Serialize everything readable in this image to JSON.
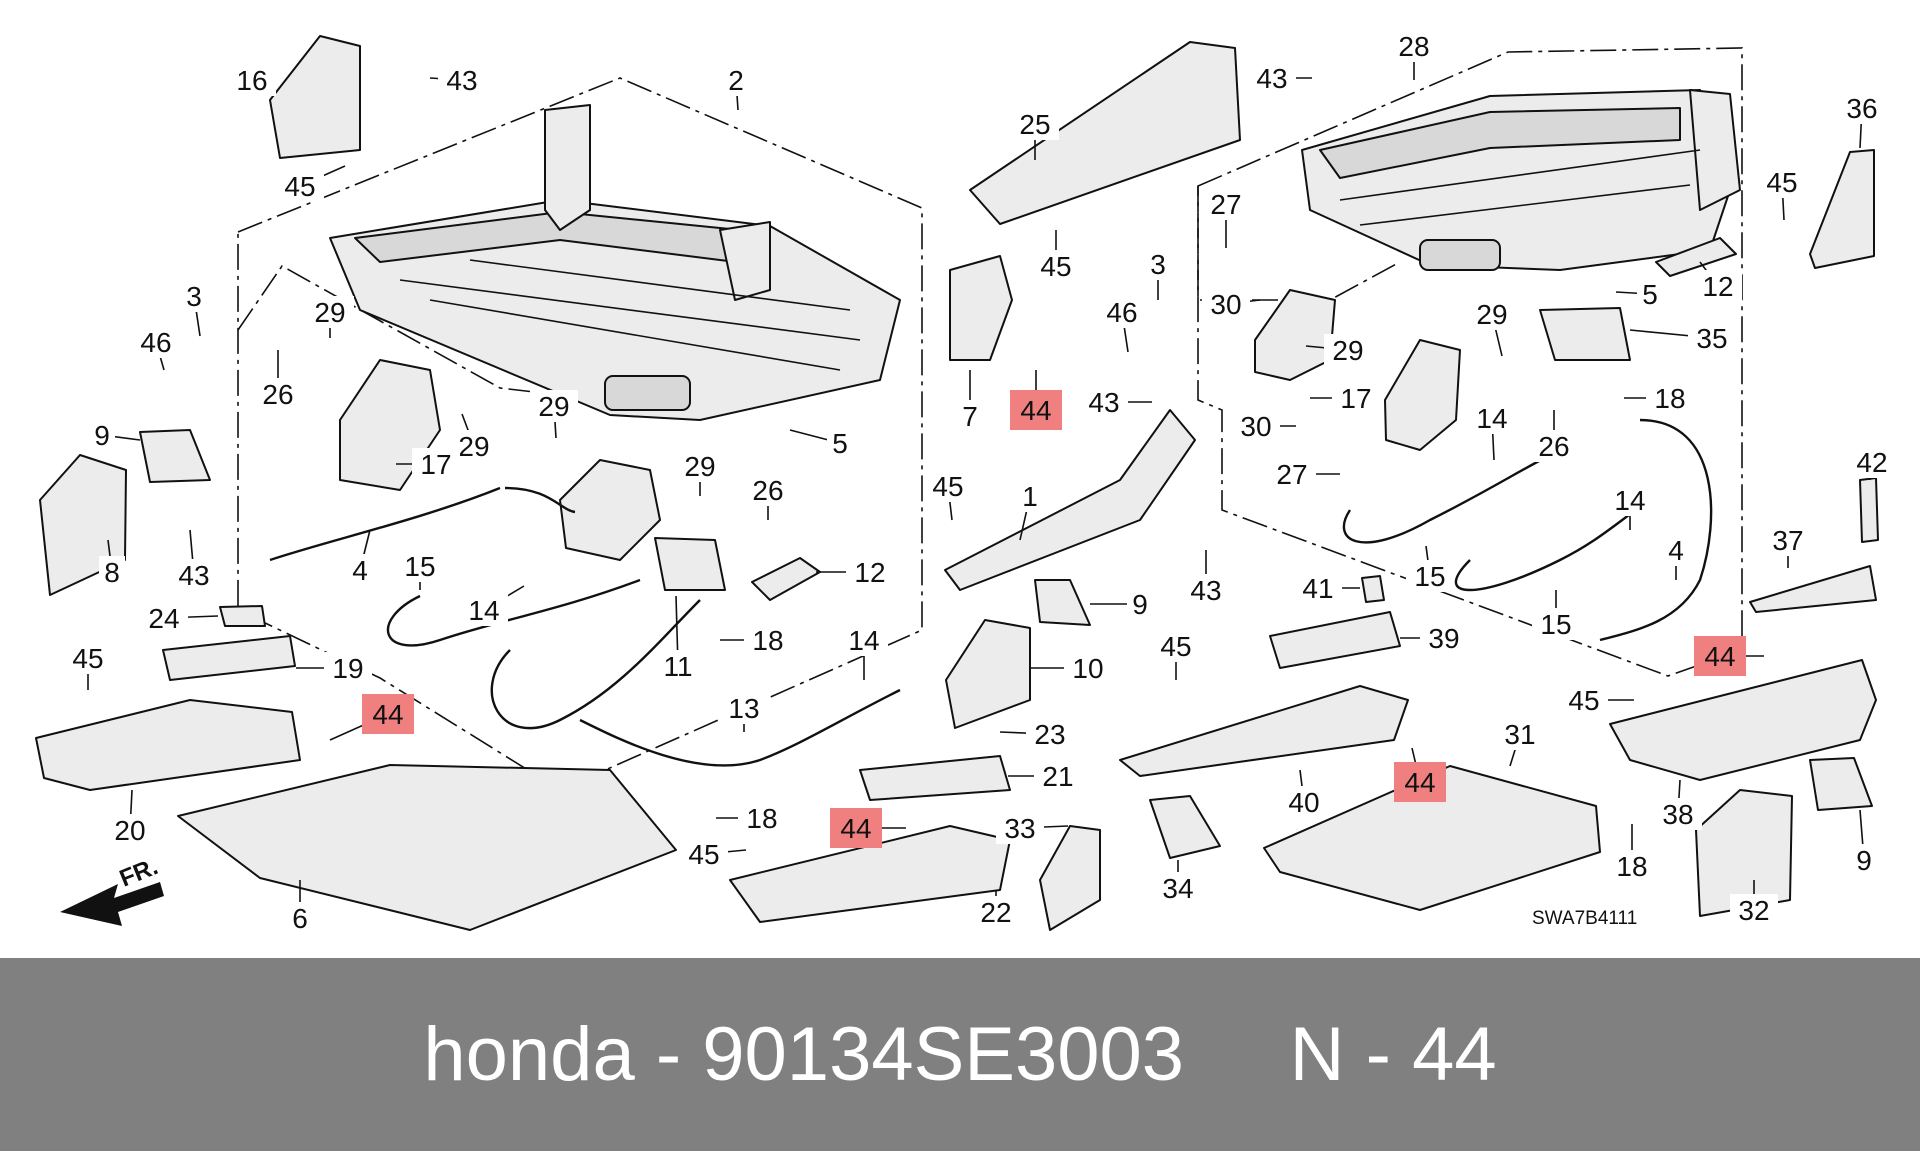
{
  "diagram": {
    "drawing_code": "SWA7B4111",
    "front_marker": "FR.",
    "callouts": [
      {
        "id": "c16",
        "label": "16",
        "highlight": false
      },
      {
        "id": "c43a",
        "label": "43",
        "highlight": false
      },
      {
        "id": "c45a",
        "label": "45",
        "highlight": false
      },
      {
        "id": "c2",
        "label": "2",
        "highlight": false
      },
      {
        "id": "c3a",
        "label": "3",
        "highlight": false
      },
      {
        "id": "c46a",
        "label": "46",
        "highlight": false
      },
      {
        "id": "c29a",
        "label": "29",
        "highlight": false
      },
      {
        "id": "c26a",
        "label": "26",
        "highlight": false
      },
      {
        "id": "c29b",
        "label": "29",
        "highlight": false
      },
      {
        "id": "c29c",
        "label": "29",
        "highlight": false
      },
      {
        "id": "c29d",
        "label": "29",
        "highlight": false
      },
      {
        "id": "c5a",
        "label": "5",
        "highlight": false
      },
      {
        "id": "c9a",
        "label": "9",
        "highlight": false
      },
      {
        "id": "c17a",
        "label": "17",
        "highlight": false
      },
      {
        "id": "c26b",
        "label": "26",
        "highlight": false
      },
      {
        "id": "c8",
        "label": "8",
        "highlight": false
      },
      {
        "id": "c43b",
        "label": "43",
        "highlight": false
      },
      {
        "id": "c4a",
        "label": "4",
        "highlight": false
      },
      {
        "id": "c15a",
        "label": "15",
        "highlight": false
      },
      {
        "id": "c14a",
        "label": "14",
        "highlight": false
      },
      {
        "id": "c12a",
        "label": "12",
        "highlight": false
      },
      {
        "id": "c24",
        "label": "24",
        "highlight": false
      },
      {
        "id": "c18a",
        "label": "18",
        "highlight": false
      },
      {
        "id": "c11",
        "label": "11",
        "highlight": false
      },
      {
        "id": "c14b",
        "label": "14",
        "highlight": false
      },
      {
        "id": "c45b",
        "label": "45",
        "highlight": false
      },
      {
        "id": "c19",
        "label": "19",
        "highlight": false
      },
      {
        "id": "c13",
        "label": "13",
        "highlight": false
      },
      {
        "id": "c44a",
        "label": "44",
        "highlight": true
      },
      {
        "id": "c20",
        "label": "20",
        "highlight": false
      },
      {
        "id": "c18b",
        "label": "18",
        "highlight": false
      },
      {
        "id": "c45c",
        "label": "45",
        "highlight": false
      },
      {
        "id": "c6",
        "label": "6",
        "highlight": false
      },
      {
        "id": "c25",
        "label": "25",
        "highlight": false
      },
      {
        "id": "c45d",
        "label": "45",
        "highlight": false
      },
      {
        "id": "c7",
        "label": "7",
        "highlight": false
      },
      {
        "id": "c44b",
        "label": "44",
        "highlight": true
      },
      {
        "id": "c45e",
        "label": "45",
        "highlight": false
      },
      {
        "id": "c1",
        "label": "1",
        "highlight": false
      },
      {
        "id": "c9b",
        "label": "9",
        "highlight": false
      },
      {
        "id": "c10",
        "label": "10",
        "highlight": false
      },
      {
        "id": "c23",
        "label": "23",
        "highlight": false
      },
      {
        "id": "c21",
        "label": "21",
        "highlight": false
      },
      {
        "id": "c44c",
        "label": "44",
        "highlight": true
      },
      {
        "id": "c33",
        "label": "33",
        "highlight": false
      },
      {
        "id": "c22",
        "label": "22",
        "highlight": false
      },
      {
        "id": "c34",
        "label": "34",
        "highlight": false
      },
      {
        "id": "c43c",
        "label": "43",
        "highlight": false
      },
      {
        "id": "c28",
        "label": "28",
        "highlight": false
      },
      {
        "id": "c27a",
        "label": "27",
        "highlight": false
      },
      {
        "id": "c3b",
        "label": "3",
        "highlight": false
      },
      {
        "id": "c30a",
        "label": "30",
        "highlight": false
      },
      {
        "id": "c46b",
        "label": "46",
        "highlight": false
      },
      {
        "id": "c29e",
        "label": "29",
        "highlight": false
      },
      {
        "id": "c43d",
        "label": "43",
        "highlight": false
      },
      {
        "id": "c17b",
        "label": "17",
        "highlight": false
      },
      {
        "id": "c30b",
        "label": "30",
        "highlight": false
      },
      {
        "id": "c27b",
        "label": "27",
        "highlight": false
      },
      {
        "id": "c29f",
        "label": "29",
        "highlight": false
      },
      {
        "id": "c14c",
        "label": "14",
        "highlight": false
      },
      {
        "id": "c26c",
        "label": "26",
        "highlight": false
      },
      {
        "id": "c43e",
        "label": "43",
        "highlight": false
      },
      {
        "id": "c15b",
        "label": "15",
        "highlight": false
      },
      {
        "id": "c14d",
        "label": "14",
        "highlight": false
      },
      {
        "id": "c15c",
        "label": "15",
        "highlight": false
      },
      {
        "id": "c4b",
        "label": "4",
        "highlight": false
      },
      {
        "id": "c41",
        "label": "41",
        "highlight": false
      },
      {
        "id": "c39",
        "label": "39",
        "highlight": false
      },
      {
        "id": "c45f",
        "label": "45",
        "highlight": false
      },
      {
        "id": "c40",
        "label": "40",
        "highlight": false
      },
      {
        "id": "c44d",
        "label": "44",
        "highlight": true
      },
      {
        "id": "c31",
        "label": "31",
        "highlight": false
      },
      {
        "id": "c36",
        "label": "36",
        "highlight": false
      },
      {
        "id": "c45g",
        "label": "45",
        "highlight": false
      },
      {
        "id": "c12b",
        "label": "12",
        "highlight": false
      },
      {
        "id": "c5b",
        "label": "5",
        "highlight": false
      },
      {
        "id": "c35",
        "label": "35",
        "highlight": false
      },
      {
        "id": "c18c",
        "label": "18",
        "highlight": false
      },
      {
        "id": "c42",
        "label": "42",
        "highlight": false
      },
      {
        "id": "c37",
        "label": "37",
        "highlight": false
      },
      {
        "id": "c44e",
        "label": "44",
        "highlight": true
      },
      {
        "id": "c45h",
        "label": "45",
        "highlight": false
      },
      {
        "id": "c38",
        "label": "38",
        "highlight": false
      },
      {
        "id": "c18d",
        "label": "18",
        "highlight": false
      },
      {
        "id": "c9c",
        "label": "9",
        "highlight": false
      },
      {
        "id": "c32",
        "label": "32",
        "highlight": false
      }
    ]
  },
  "caption": {
    "brand": "honda",
    "sep1": " - ",
    "part_number": "90134SE3003",
    "gap": "     ",
    "position": "N",
    "sep2": " - ",
    "ref": "44"
  }
}
